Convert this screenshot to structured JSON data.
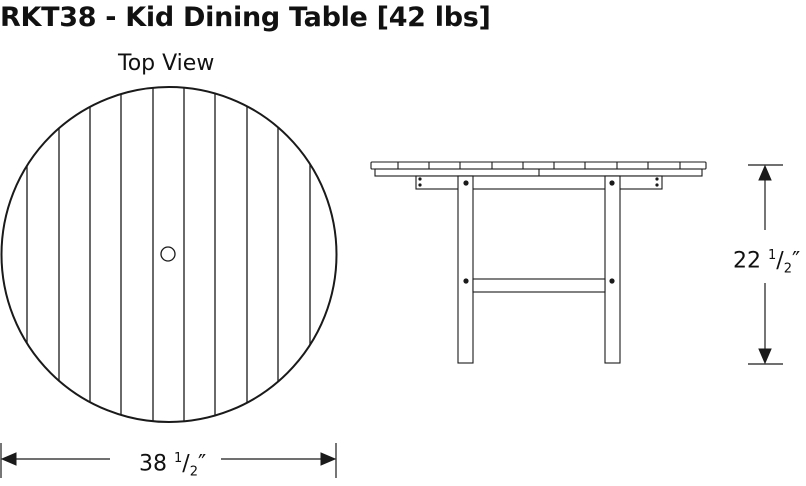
{
  "title": "RKT38 - Kid Dining Table [42 lbs]",
  "product": {
    "model": "RKT38",
    "name": "Kid Dining Table",
    "weight": "42 lbs"
  },
  "top_view": {
    "label": "Top View",
    "slat_count": 11,
    "features": [
      "umbrella-hole"
    ]
  },
  "side_view": {
    "top_slats": 11
  },
  "dimensions": {
    "width": {
      "whole": "38",
      "num": "1",
      "den": "2",
      "unit": "″",
      "value_in": 38.5
    },
    "height": {
      "whole": "22",
      "num": "1",
      "den": "2",
      "unit": "″",
      "value_in": 22.5
    }
  },
  "colors": {
    "line": "#1a1a1a",
    "background": "#ffffff"
  }
}
